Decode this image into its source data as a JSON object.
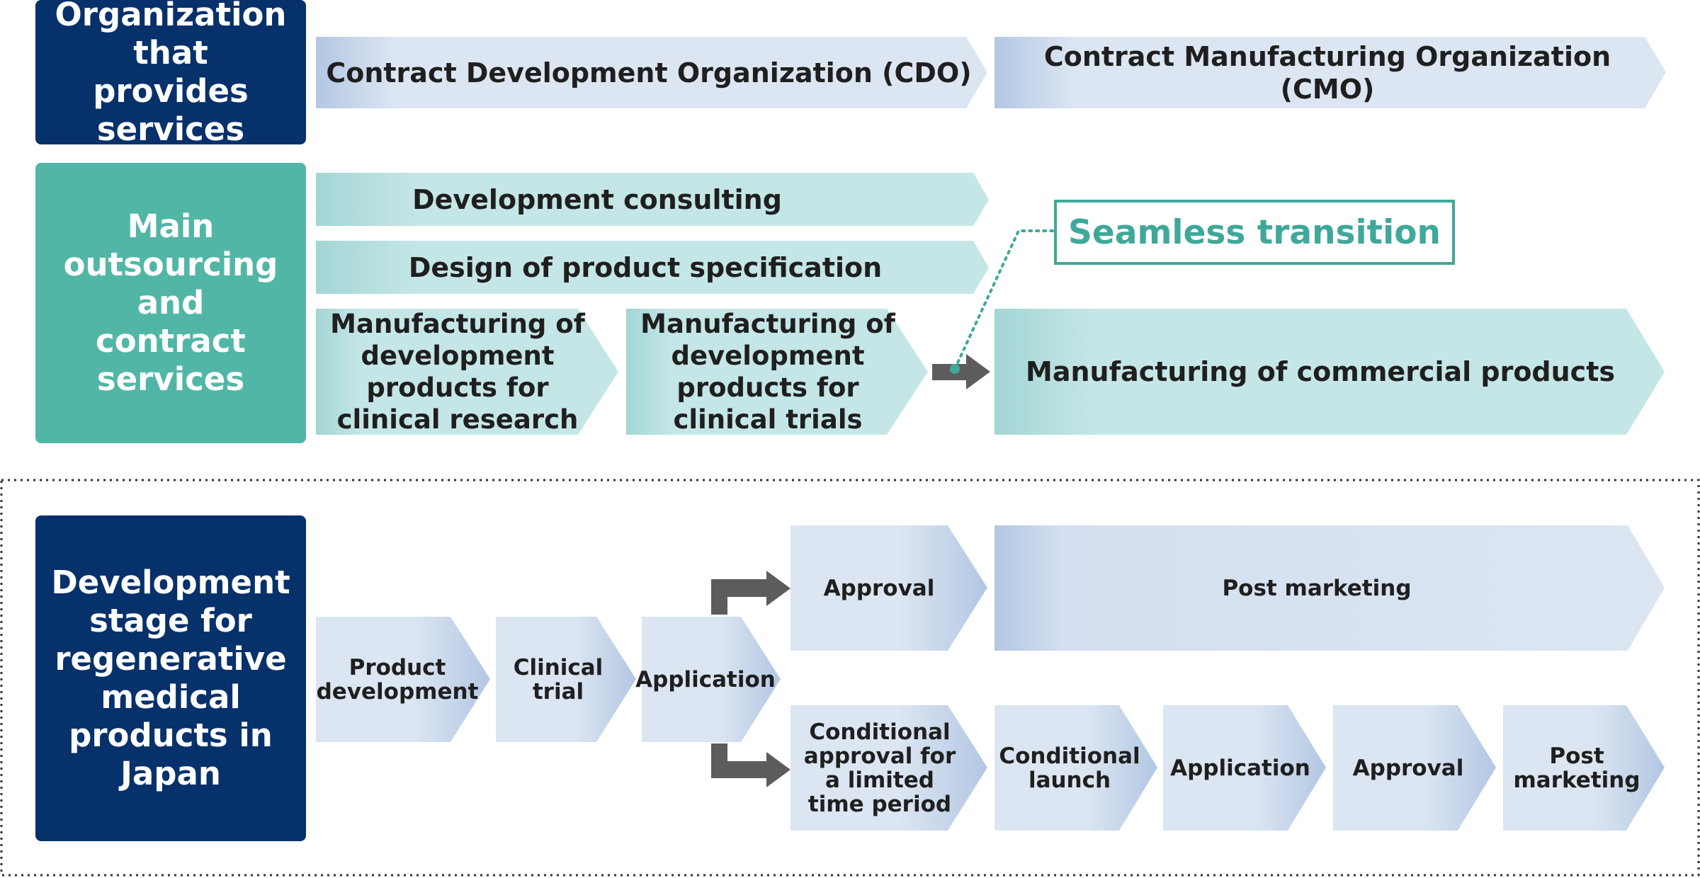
{
  "colors": {
    "navy": "#06316b",
    "teal": "#52b6a6",
    "teal_text": "#3fa89a",
    "blue_chevron_light": "#dce6f2",
    "blue_chevron_dark": "#b3c7e3",
    "teal_chevron_light": "#c5e6e6",
    "teal_chevron_dark": "#a3d6d5",
    "arrow_gray": "#5c5c5c",
    "dotted_border": "#333333"
  },
  "section_services": {
    "header": "Organization that provides services",
    "cdo_label": "Contract Development Organization (CDO)",
    "cmo_label": "Contract Manufacturing Organization (CMO)"
  },
  "section_outsourcing": {
    "header": "Main outsourcing and contract services",
    "dev_consulting": "Development consulting",
    "design_spec": "Design of product specification",
    "mfg_clinical_research": "Manufacturing of development products for clinical research",
    "mfg_clinical_trials": "Manufacturing of development products for clinical trials",
    "mfg_commercial": "Manufacturing of commercial products",
    "seamless_transition": "Seamless transition"
  },
  "section_stages": {
    "header": "Development stage for regenerative medical products in Japan",
    "product_development": "Product development",
    "clinical_trial": "Clinical trial",
    "application": "Application",
    "approval": "Approval",
    "post_marketing": "Post marketing",
    "conditional_approval": "Conditional approval for a limited time period",
    "conditional_launch": "Conditional launch",
    "application_2": "Application",
    "approval_2": "Approval",
    "post_marketing_2": "Post marketing"
  }
}
